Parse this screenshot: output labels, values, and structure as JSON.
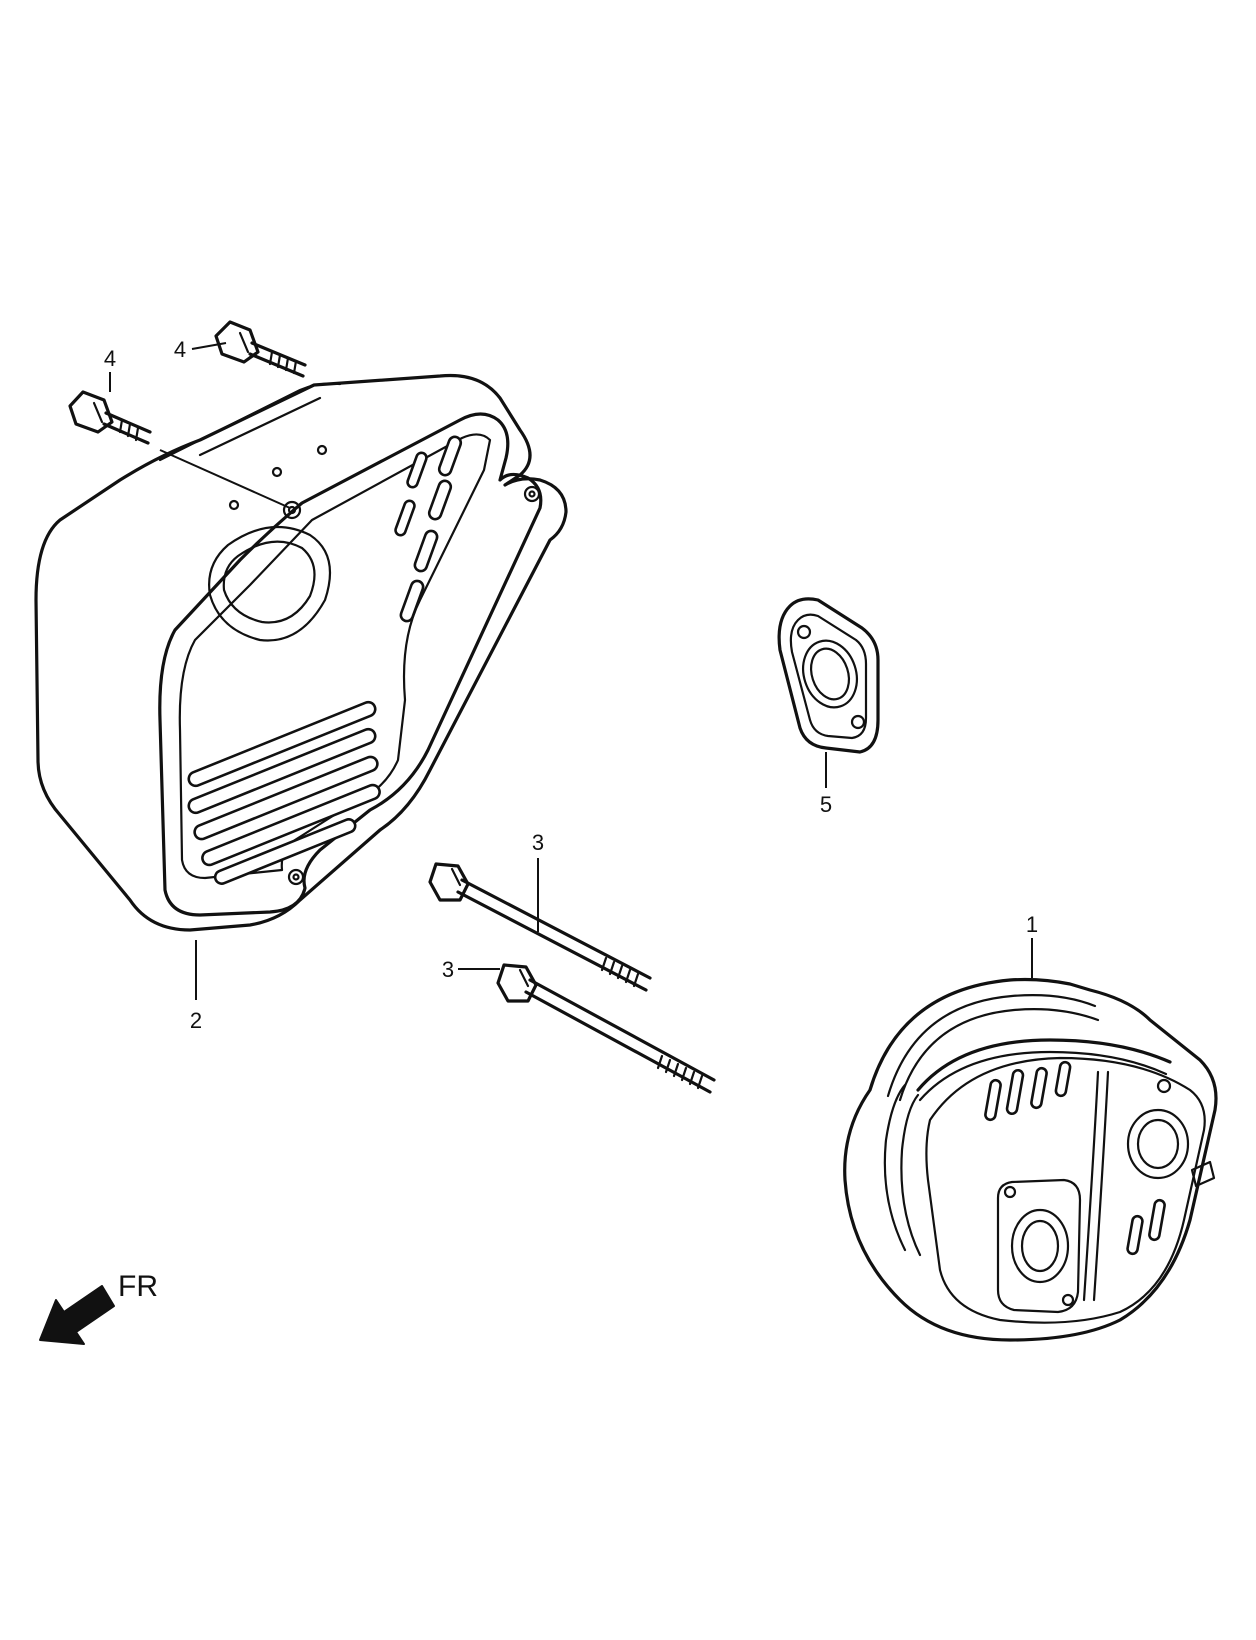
{
  "callouts": {
    "muffler": "1",
    "protector": "2",
    "bolt_a": "3",
    "bolt_b": "3",
    "screw_a": "4",
    "screw_b": "4",
    "gasket": "5"
  },
  "direction": {
    "label": "FR"
  }
}
